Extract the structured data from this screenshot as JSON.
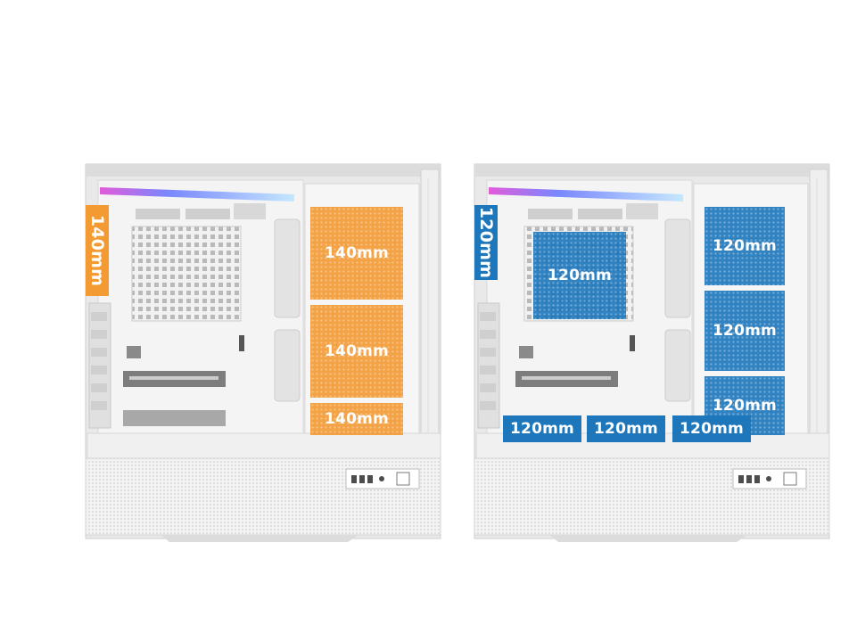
{
  "left_case": {
    "accent": "#f39a32",
    "side_label": "140mm",
    "front_zones": [
      "140mm",
      "140mm",
      "140mm"
    ]
  },
  "right_case": {
    "accent": "#1f77bb",
    "side_label": "120mm",
    "center_zone": "120mm",
    "front_zones": [
      "120mm",
      "120mm",
      "120mm"
    ],
    "bottom_zones": [
      "120mm",
      "120mm",
      "120mm"
    ]
  }
}
